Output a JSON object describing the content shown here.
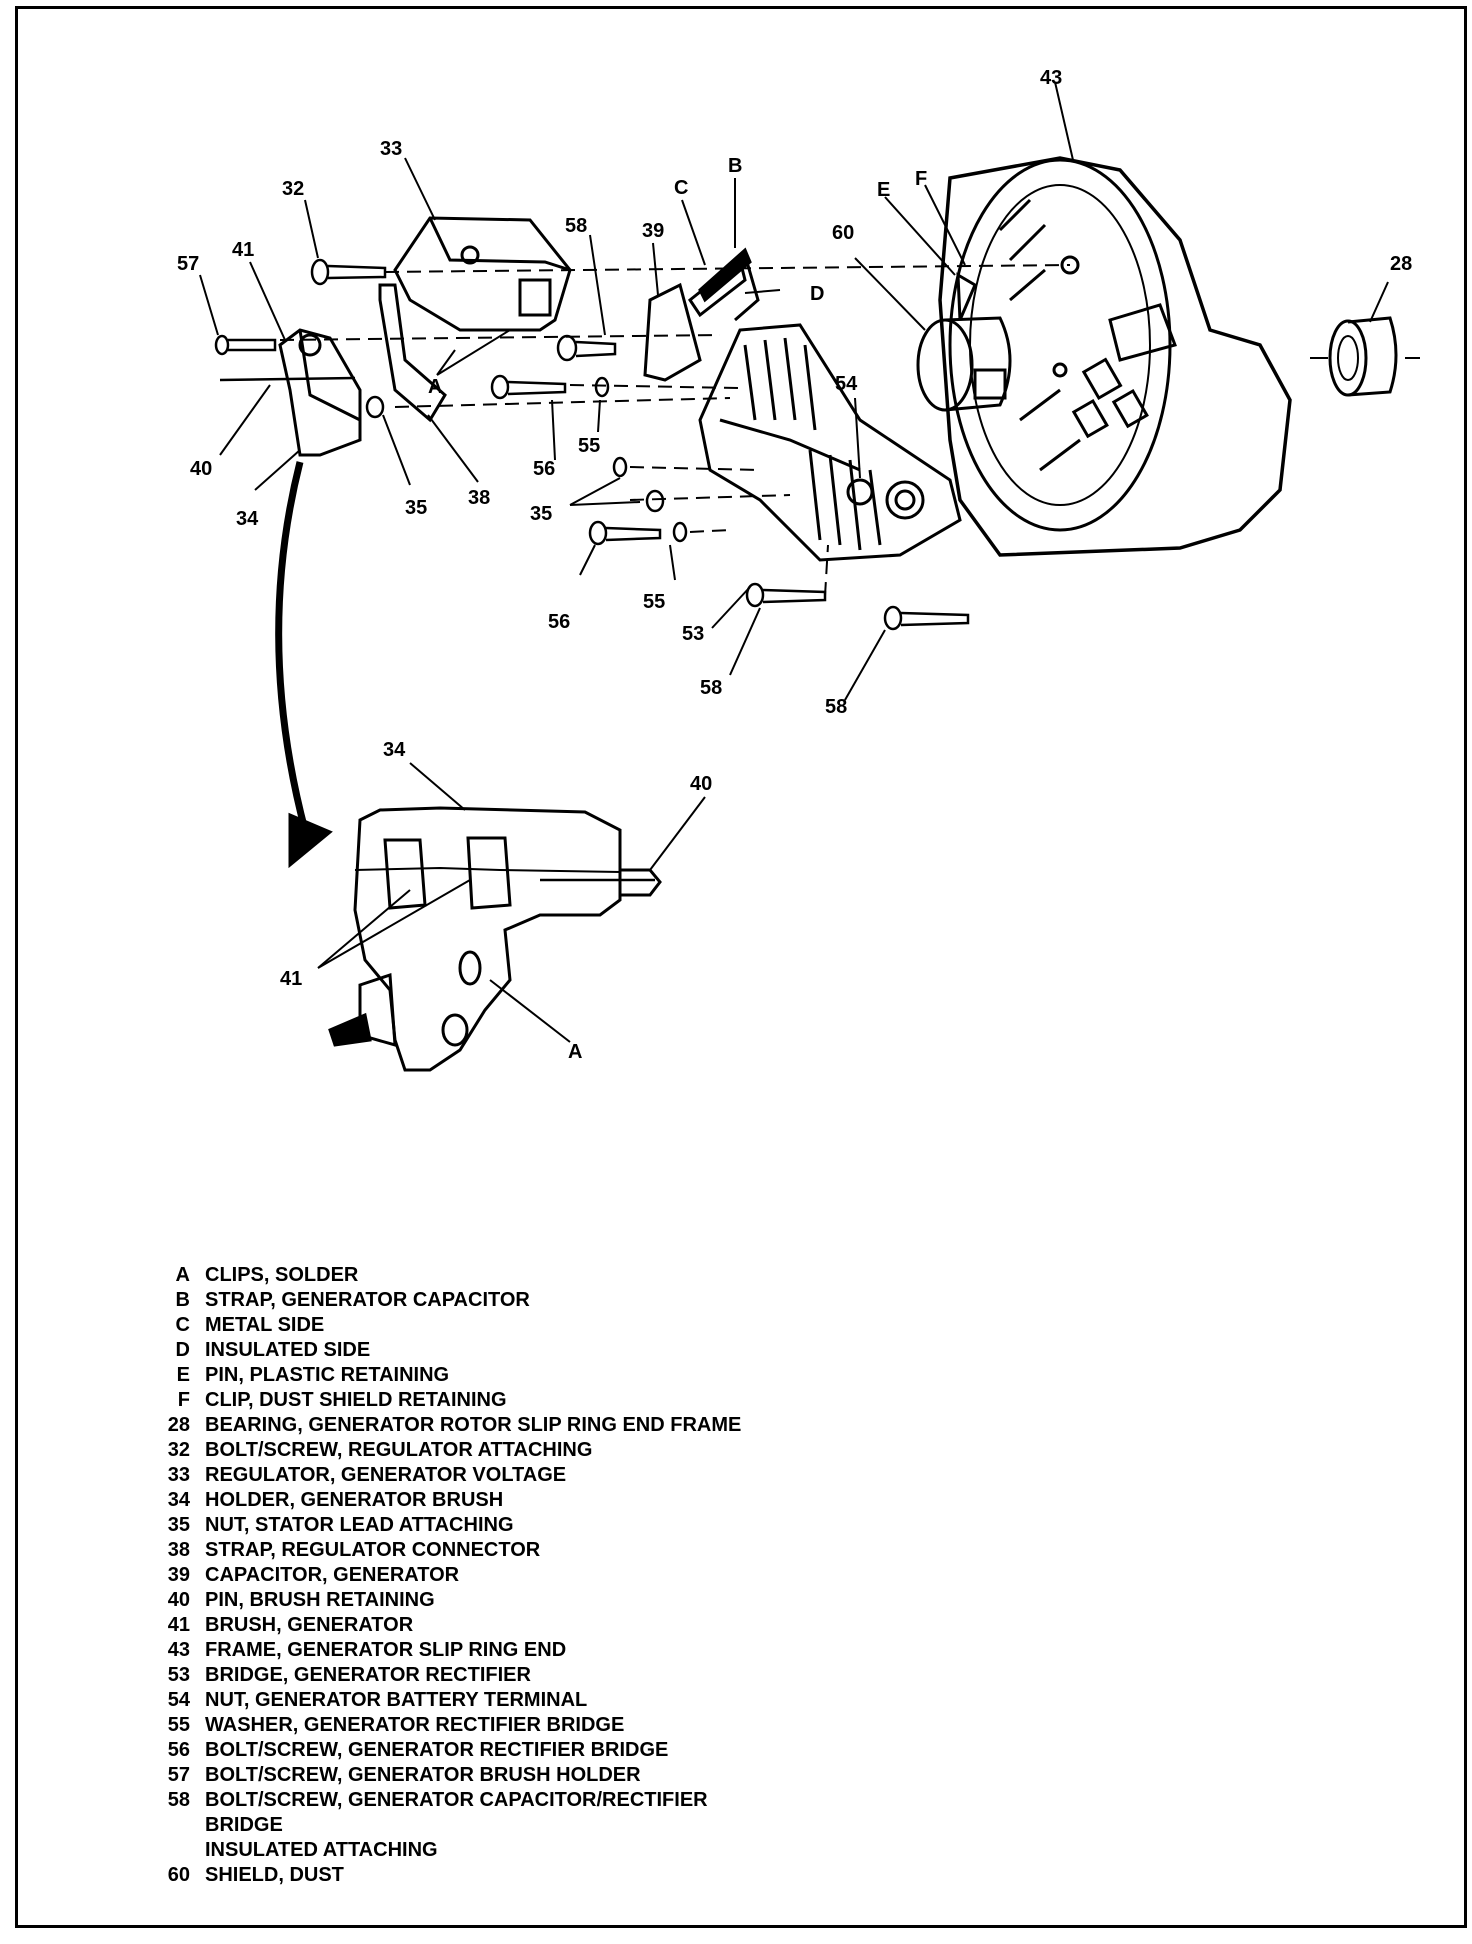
{
  "callouts": {
    "c43": "43",
    "c33": "33",
    "c32": "32",
    "c57": "57",
    "c41": "41",
    "c58a": "58",
    "c39": "39",
    "cC": "C",
    "cB": "B",
    "cD": "D",
    "c60": "60",
    "cE": "E",
    "cF": "F",
    "c28": "28",
    "cA1": "A",
    "c54": "54",
    "c40": "40",
    "c34a": "34",
    "c35a": "35",
    "c38": "38",
    "c56a": "56",
    "c55a": "55",
    "c35b": "35",
    "c56b": "56",
    "c55b": "55",
    "c53": "53",
    "c58b": "58",
    "c58c": "58",
    "c34b": "34",
    "c40b": "40",
    "c41b": "41",
    "cA2": "A"
  },
  "legend": [
    {
      "key": "A",
      "text": "CLIPS, SOLDER"
    },
    {
      "key": "B",
      "text": "STRAP, GENERATOR CAPACITOR"
    },
    {
      "key": "C",
      "text": "METAL SIDE"
    },
    {
      "key": "D",
      "text": "INSULATED SIDE"
    },
    {
      "key": "E",
      "text": "PIN, PLASTIC RETAINING"
    },
    {
      "key": "F",
      "text": "CLIP, DUST SHIELD RETAINING"
    },
    {
      "key": "28",
      "text": "BEARING, GENERATOR ROTOR SLIP RING END FRAME"
    },
    {
      "key": "32",
      "text": "BOLT/SCREW, REGULATOR ATTACHING"
    },
    {
      "key": "33",
      "text": "REGULATOR, GENERATOR VOLTAGE"
    },
    {
      "key": "34",
      "text": "HOLDER, GENERATOR BRUSH"
    },
    {
      "key": "35",
      "text": "NUT, STATOR LEAD ATTACHING"
    },
    {
      "key": "38",
      "text": "STRAP, REGULATOR CONNECTOR"
    },
    {
      "key": "39",
      "text": "CAPACITOR, GENERATOR"
    },
    {
      "key": "40",
      "text": "PIN, BRUSH RETAINING"
    },
    {
      "key": "41",
      "text": "BRUSH, GENERATOR"
    },
    {
      "key": "43",
      "text": "FRAME, GENERATOR SLIP RING END"
    },
    {
      "key": "53",
      "text": "BRIDGE, GENERATOR RECTIFIER"
    },
    {
      "key": "54",
      "text": "NUT, GENERATOR BATTERY TERMINAL"
    },
    {
      "key": "55",
      "text": "WASHER, GENERATOR RECTIFIER BRIDGE"
    },
    {
      "key": "56",
      "text": "BOLT/SCREW, GENERATOR RECTIFIER BRIDGE"
    },
    {
      "key": "57",
      "text": "BOLT/SCREW, GENERATOR BRUSH HOLDER"
    },
    {
      "key": "58",
      "text": "BOLT/SCREW, GENERATOR CAPACITOR/RECTIFIER"
    },
    {
      "key": "",
      "text": "BRIDGE"
    },
    {
      "key": "",
      "text": "INSULATED ATTACHING"
    },
    {
      "key": "60",
      "text": "SHIELD, DUST"
    }
  ]
}
